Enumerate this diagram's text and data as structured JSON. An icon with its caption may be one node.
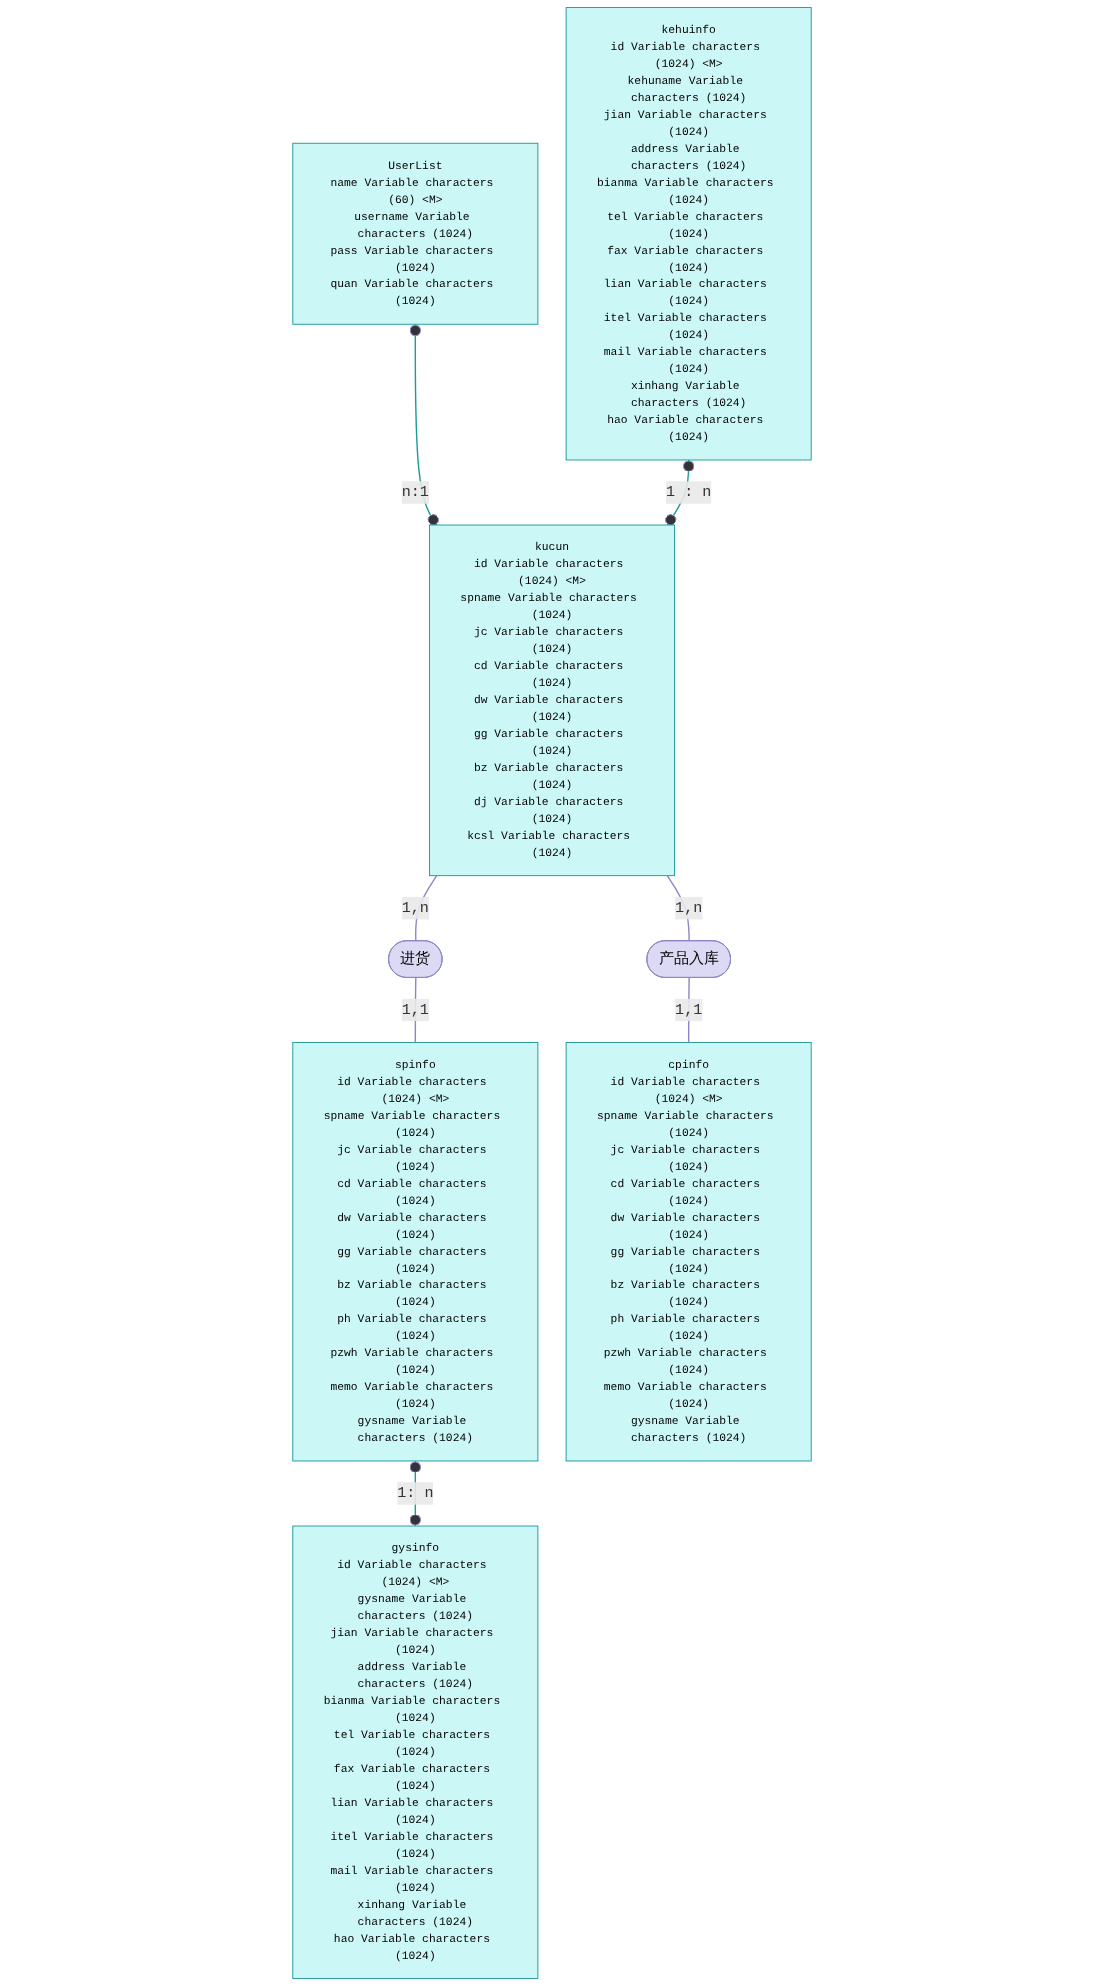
{
  "diagram": {
    "nodes": [
      {
        "text": [
          "UserList",
          "name Variable characters (60) <M>",
          "username Variable characters (1024)",
          "pass Variable characters (1024)",
          "quan Variable characters (1024)"
        ]
      },
      {
        "text": [
          "kehuinfo",
          "id Variable characters (1024) <M>",
          "kehuname Variable characters (1024)",
          "jian Variable characters (1024)",
          "address Variable characters (1024)",
          "bianma Variable characters (1024)",
          "tel Variable characters (1024)",
          "fax Variable characters (1024)",
          "lian Variable characters (1024)",
          "itel Variable characters (1024)",
          "mail Variable characters (1024)",
          "xinhang Variable characters (1024)",
          "hao Variable characters (1024)"
        ]
      },
      {
        "text": [
          "kucun",
          "id Variable characters (1024) <M>",
          "spname Variable characters (1024)",
          "jc Variable characters (1024)",
          "cd Variable characters (1024)",
          "dw Variable characters (1024)",
          "gg Variable characters (1024)",
          "bz Variable characters (1024)",
          "dj Variable characters (1024)",
          "kcsl Variable characters (1024)"
        ]
      },
      {
        "text": [
          "进货"
        ]
      },
      {
        "text": [
          "产品入库"
        ]
      },
      {
        "text": [
          "spinfo",
          "id Variable characters (1024) <M>",
          "spname Variable characters (1024)",
          "jc Variable characters (1024)",
          "cd Variable characters (1024)",
          "dw Variable characters (1024)",
          "gg Variable characters (1024)",
          "bz Variable characters (1024)",
          "ph Variable characters (1024)",
          "pzwh Variable characters (1024)",
          "memo Variable characters (1024)",
          "gysname Variable characters (1024)"
        ]
      },
      {
        "text": [
          "cpinfo",
          "id Variable characters (1024) <M>",
          "spname Variable characters (1024)",
          "jc Variable characters (1024)",
          "cd Variable characters (1024)",
          "dw Variable characters (1024)",
          "gg Variable characters (1024)",
          "bz Variable characters (1024)",
          "ph Variable characters (1024)",
          "pzwh Variable characters (1024)",
          "memo Variable characters (1024)",
          "gysname Variable characters (1024)"
        ]
      },
      {
        "text": [
          "gysinfo",
          "id Variable characters (1024) <M>",
          "gysname Variable characters (1024)",
          "jian Variable characters (1024)",
          "address Variable characters (1024)",
          "bianma Variable characters (1024)",
          "tel Variable characters (1024)",
          "fax Variable characters (1024)",
          "lian Variable characters (1024)",
          "itel Variable characters (1024)",
          "mail Variable characters (1024)",
          "xinhang Variable characters (1024)",
          "hao Variable characters (1024)"
        ]
      }
    ],
    "edges": [
      {
        "from": 0,
        "to": 2,
        "arrow": "other",
        "label": "n:1",
        "color": "#1f9a9a"
      },
      {
        "from": 1,
        "to": 2,
        "arrow": "other",
        "label": "1 : n",
        "color": "#1f9a9a"
      },
      {
        "from": 2,
        "to": 3,
        "arrow": "none",
        "label": "1,n"
      },
      {
        "from": 3,
        "to": 5,
        "arrow": "none",
        "label": "1,1"
      },
      {
        "from": 2,
        "to": 4,
        "arrow": "none",
        "label": "1,n"
      },
      {
        "from": 4,
        "to": 6,
        "arrow": "none",
        "label": "1,1"
      },
      {
        "from": 5,
        "to": 7,
        "arrow": "other",
        "label": "1: n",
        "color": "#1f9a9a"
      }
    ]
  }
}
